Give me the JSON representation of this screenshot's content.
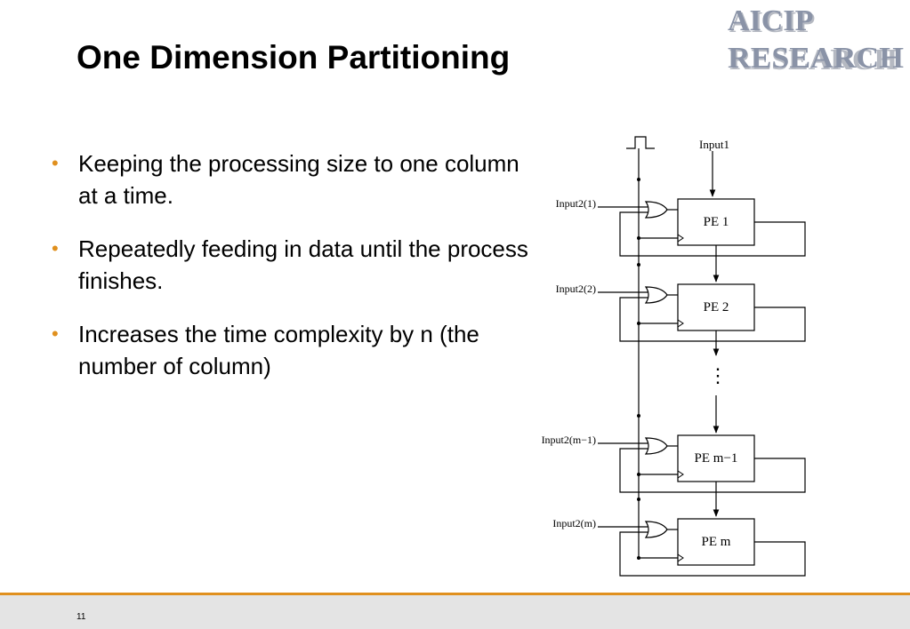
{
  "slide": {
    "title": "One Dimension Partitioning",
    "logo": {
      "line1": "AICIP",
      "line2": "RESEARCH"
    },
    "bullets": [
      "Keeping the processing size to one column at a time.",
      "Repeatedly feeding in data until the process finishes.",
      "Increases the time complexity by n (the number of column)"
    ],
    "bullet_marker": "•",
    "page_number": "11",
    "colors": {
      "accent": "#e0901e",
      "logo": "#8a93a7",
      "footer_bg": "#e4e4e4"
    }
  },
  "diagram": {
    "input1_label": "Input1",
    "ellipsis": "⋮",
    "stages": [
      {
        "pe_label": "PE 1",
        "input_label": "Input2(1)"
      },
      {
        "pe_label": "PE 2",
        "input_label": "Input2(2)"
      },
      {
        "pe_label": "PE m−1",
        "input_label": "Input2(m−1)"
      },
      {
        "pe_label": "PE m",
        "input_label": "Input2(m)"
      }
    ]
  }
}
